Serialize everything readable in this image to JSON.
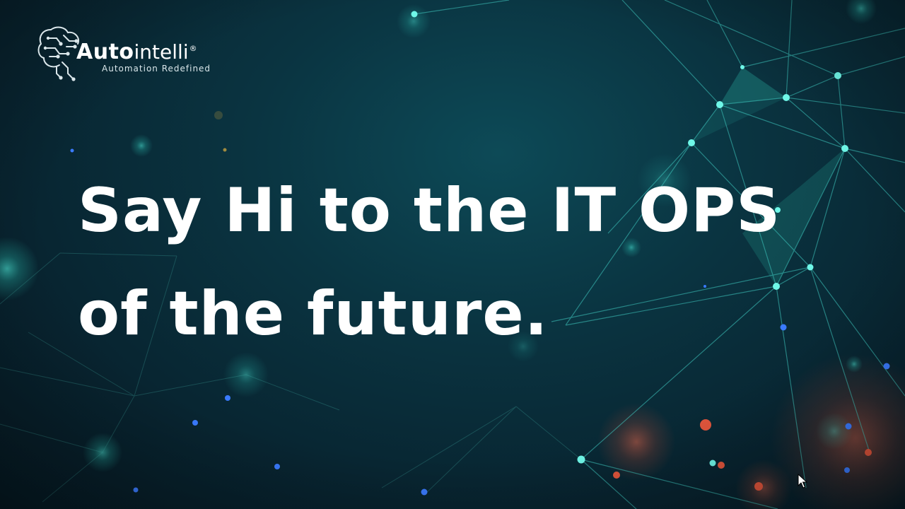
{
  "logo": {
    "brand_bold": "Auto",
    "brand_light": "intelli",
    "registered_mark": "®",
    "tagline": "Automation Redefined"
  },
  "headline": {
    "line1": "Say Hi to the IT OPS",
    "line2": "of the future."
  },
  "colors": {
    "background_dark": "#061a24",
    "background_mid": "#0a3441",
    "network_line": "#3fc9c0",
    "node_glow": "#3fe0d0",
    "accent_blue": "#3a7bff",
    "accent_red": "#e0553c",
    "text": "#ffffff"
  },
  "icons": [
    "brain-circuit-icon",
    "mouse-pointer-icon"
  ]
}
